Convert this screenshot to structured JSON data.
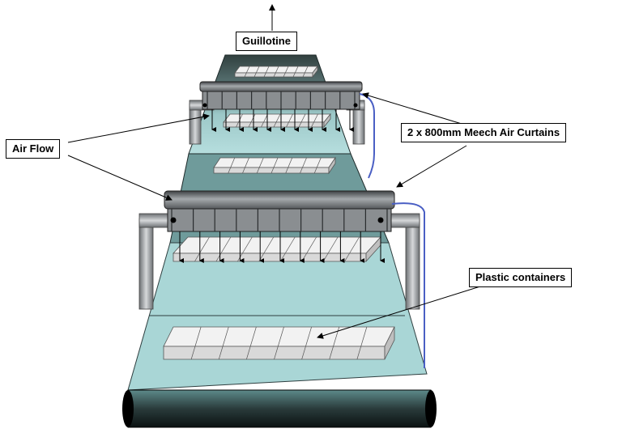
{
  "labels": {
    "guillotine": "Guillotine",
    "air_flow": "Air Flow",
    "air_curtains": "2 x 800mm Meech Air Curtains",
    "plastic_containers": "Plastic containers"
  },
  "colors": {
    "belt": "#a9d6d6",
    "belt_dark": "#2f3f40",
    "curtain": "#7f8386",
    "pipe": "#b9bcbe",
    "container": "#f2f2f2",
    "cable": "#4a5fc4",
    "roller": "#0b0b0b"
  },
  "icons": {
    "arrow": "arrow-icon",
    "airflow_arrow": "down-arrow-icon"
  }
}
